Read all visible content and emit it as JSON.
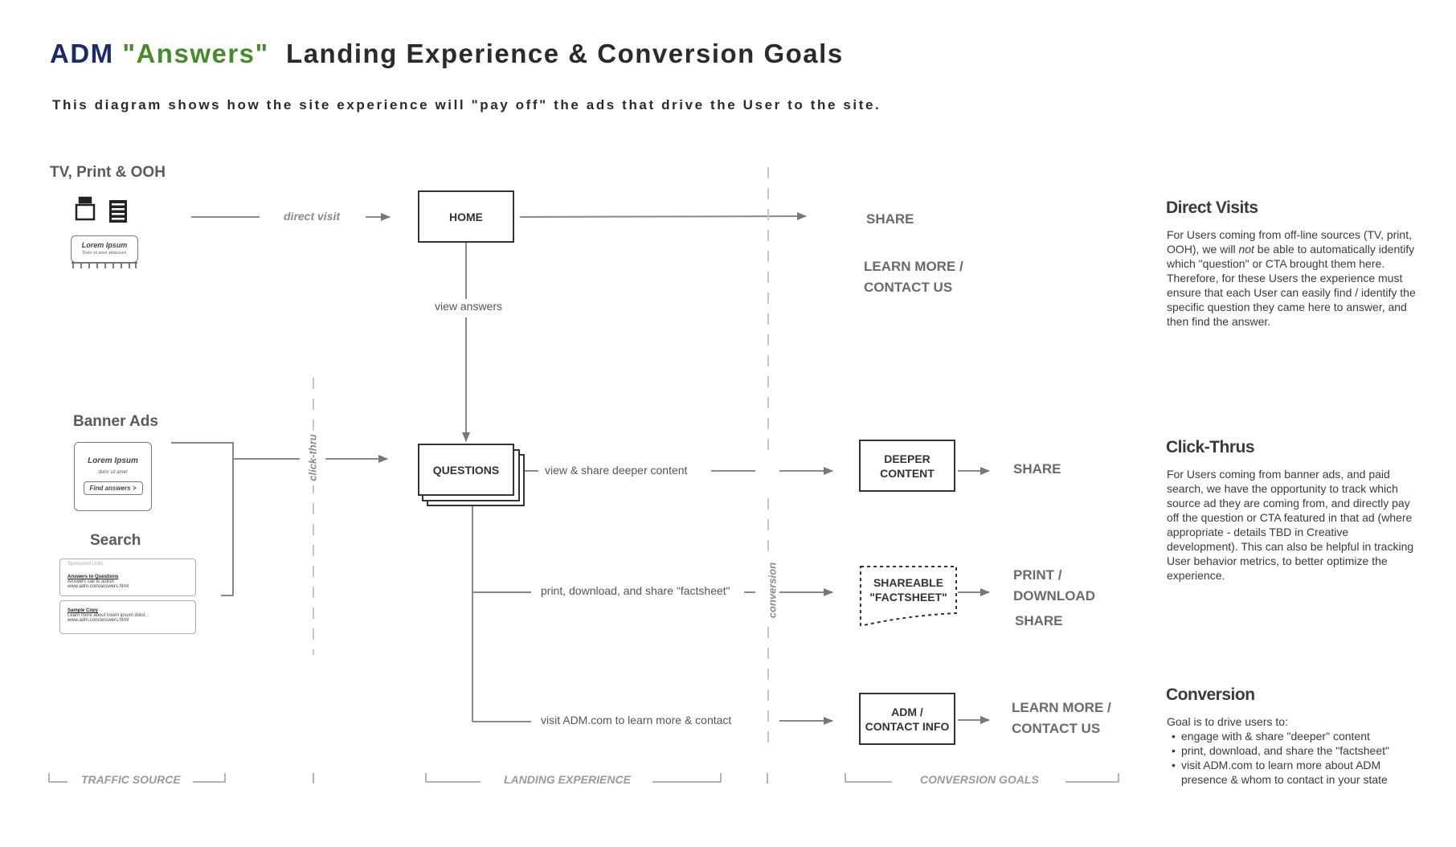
{
  "header": {
    "title_adm": "ADM",
    "title_answers": "\"Answers\"",
    "title_rest": "Landing Experience & Conversion Goals",
    "subtitle": "This diagram shows how the site experience will \"pay off\" the ads that drive the User to the site."
  },
  "traffic_sources": {
    "tv_print_ooh": "TV, Print & OOH",
    "billboard_text": "Lorem Ipsum",
    "billboard_subtext": "Dolor sit amet adipiscum",
    "banner_ads": "Banner Ads",
    "banner_title": "Lorem Ipsum",
    "banner_sub": "dolor sit amet",
    "banner_button": "Find answers >",
    "search": "Search",
    "sponsored_links": "Sponsored Links",
    "search_result1_title": "Answers to Questions",
    "search_result1_line": "Answers call to action",
    "search_result1_url": "www.adm.com/answers.html",
    "search_result2_title": "Sample Copy",
    "search_result2_line": "Learn more about lorem ipsum dolor...",
    "search_result2_url": "www.adm.com/answers.html"
  },
  "flow": {
    "direct_visit": "direct visit",
    "click_thru": "click-thru",
    "conversion": "conversion",
    "home": "HOME",
    "view_answers": "view answers",
    "questions": "QUESTIONS",
    "view_share_deeper": "view & share deeper content",
    "print_download_share": "print, download, and share \"factsheet\"",
    "visit_adm": "visit ADM.com to learn more & contact",
    "deeper_content": [
      "DEEPER",
      "CONTENT"
    ],
    "shareable_factsheet": [
      "SHAREABLE",
      "\"FACTSHEET\""
    ],
    "adm_contact_info": [
      "ADM /",
      "CONTACT INFO"
    ]
  },
  "goals": {
    "top_share": "SHARE",
    "top_learn_more": [
      "LEARN MORE /",
      "CONTACT US"
    ],
    "deeper_share": "SHARE",
    "print_download": [
      "PRINT /",
      "DOWNLOAD"
    ],
    "factsheet_share": "SHARE",
    "bottom_learn_more": [
      "LEARN MORE /",
      "CONTACT US"
    ]
  },
  "right_panel": {
    "direct_visits_head": "Direct Visits",
    "direct_visits_pre": "For Users coming from off-line sources (TV, print, OOH), we will ",
    "direct_visits_em": "not",
    "direct_visits_post": " be able to automatically identify which \"question\" or CTA brought them here.  Therefore, for these Users the experience must ensure that each User can easily find / identify the specific question they came here to answer, and then find the answer.",
    "click_thrus_head": "Click-Thrus",
    "click_thrus_text": "For Users coming from banner ads, and paid search, we have the opportunity to track which source ad they are coming from, and directly pay off the question or CTA featured in that ad (where appropriate - details TBD in Creative development).  This can also be helpful in tracking User behavior metrics, to better optimize the experience.",
    "conversion_head": "Conversion",
    "conversion_intro": "Goal is to drive users to:",
    "conversion_bullets": [
      "engage with & share \"deeper\" content",
      "print, download, and share the \"factsheet\"",
      "visit ADM.com to learn more about ADM presence & whom to contact in your state"
    ]
  },
  "bottom_labels": {
    "traffic_source": "TRAFFIC SOURCE",
    "landing_experience": "LANDING EXPERIENCE",
    "conversion_goals": "CONVERSION GOALS"
  }
}
